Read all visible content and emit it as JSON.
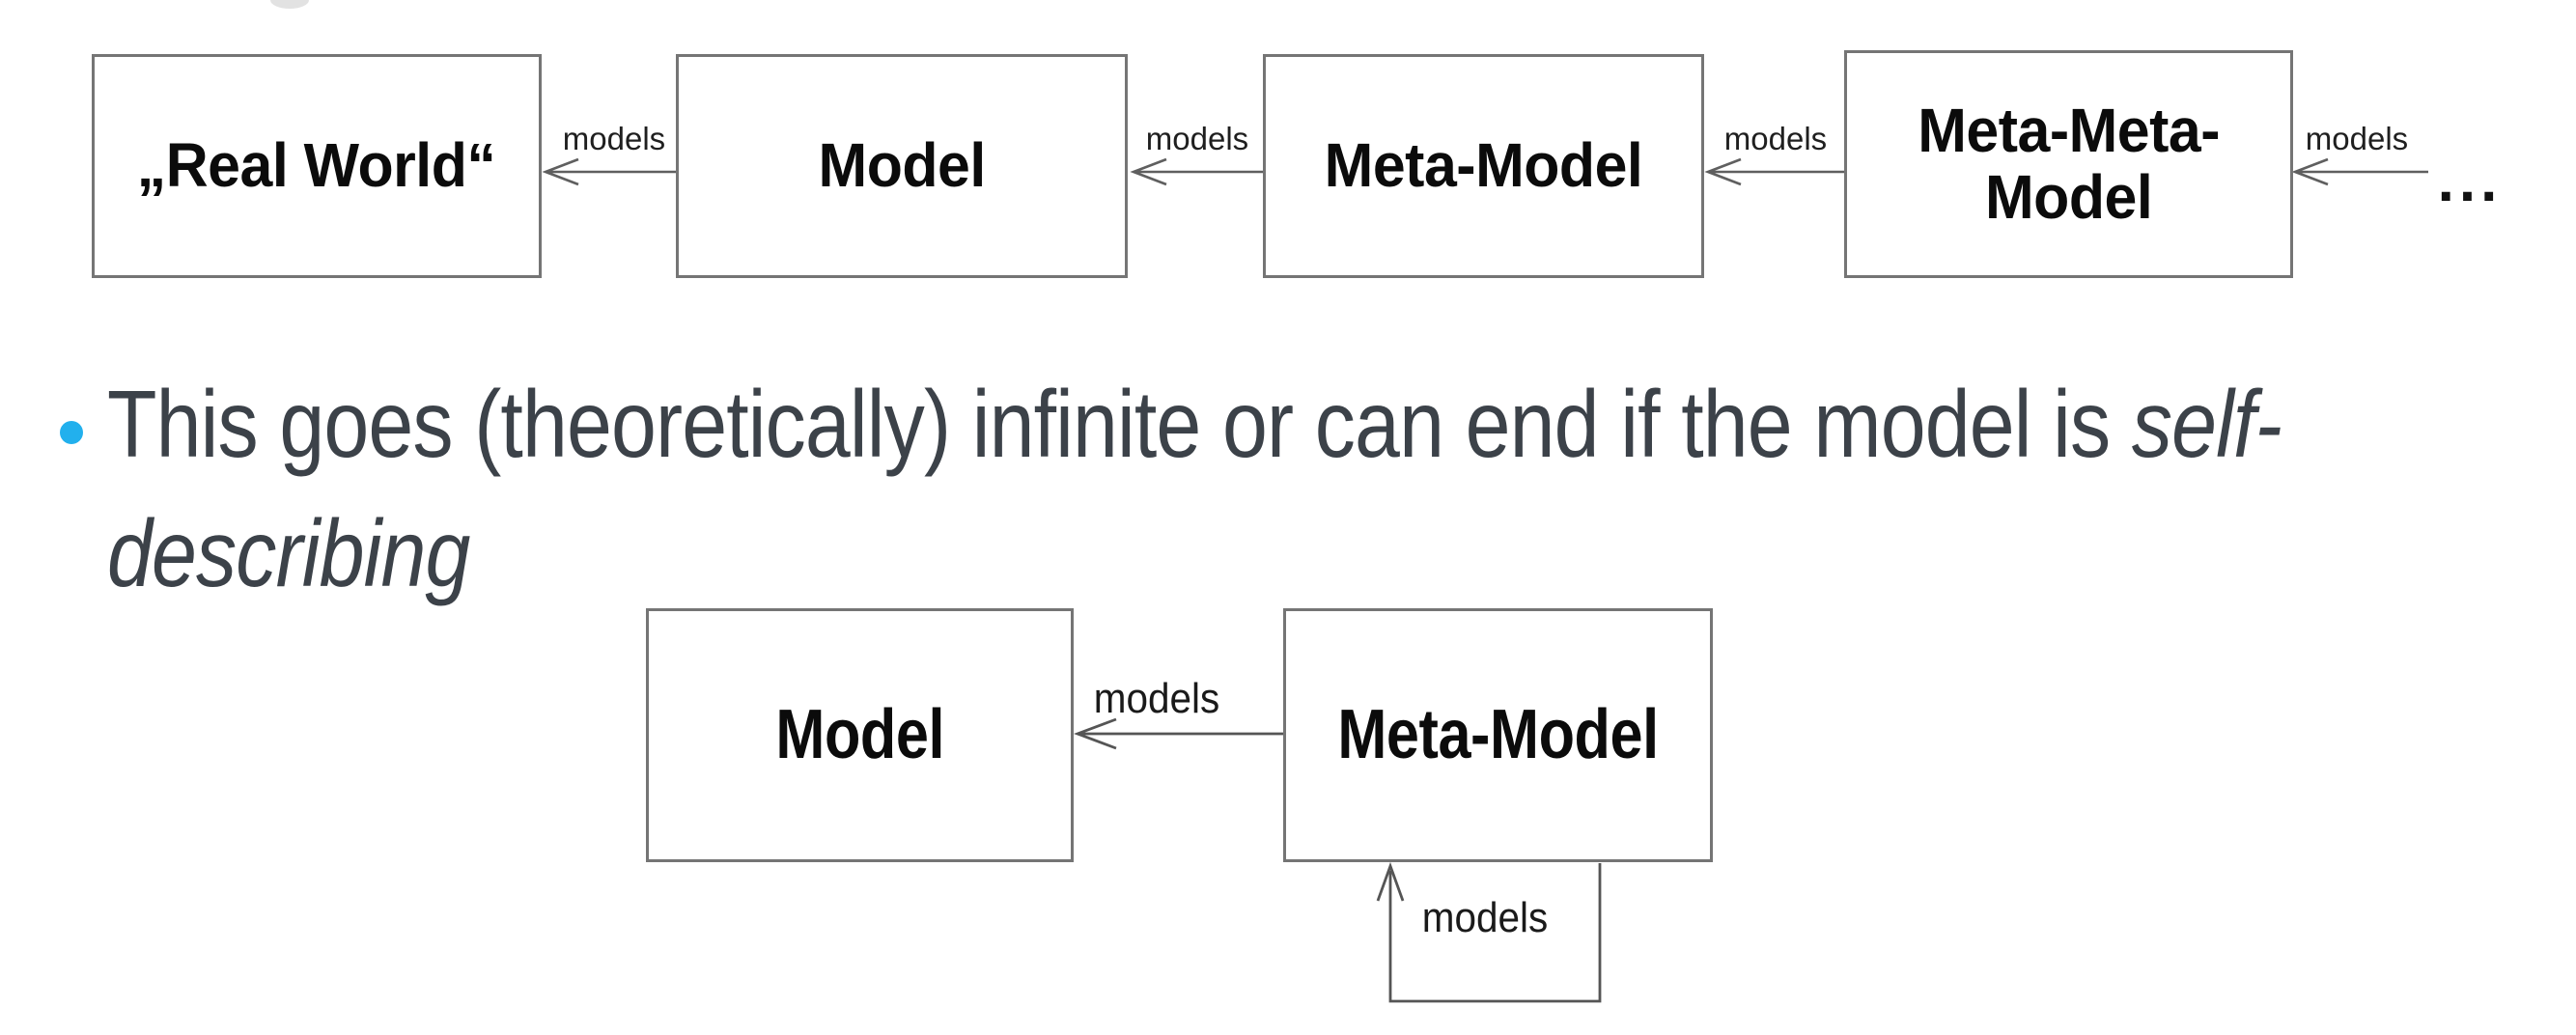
{
  "top_chain": {
    "boxes": [
      {
        "label": "„Real World“"
      },
      {
        "label": "Model"
      },
      {
        "label": "Meta-Model"
      },
      {
        "label": "Meta-Meta-\nModel"
      }
    ],
    "arrow_labels": [
      "models",
      "models",
      "models",
      "models"
    ],
    "ellipsis": "..."
  },
  "bullet_point": {
    "text_regular": "This goes (theoretically) infinite or can end if the model is ",
    "text_italic_line1": "self-",
    "text_italic_line2": "describing"
  },
  "self_describing_diagram": {
    "boxes": [
      {
        "label": "Model"
      },
      {
        "label": "Meta-Model"
      }
    ],
    "arrow_label": "models",
    "loop_label": "models"
  },
  "colors": {
    "bullet_dot": "#22b0ed",
    "body_text": "#3c4249",
    "box_border": "#757575",
    "box_text": "#0b0b0b",
    "arrow_stroke": "#5f5f5f"
  }
}
